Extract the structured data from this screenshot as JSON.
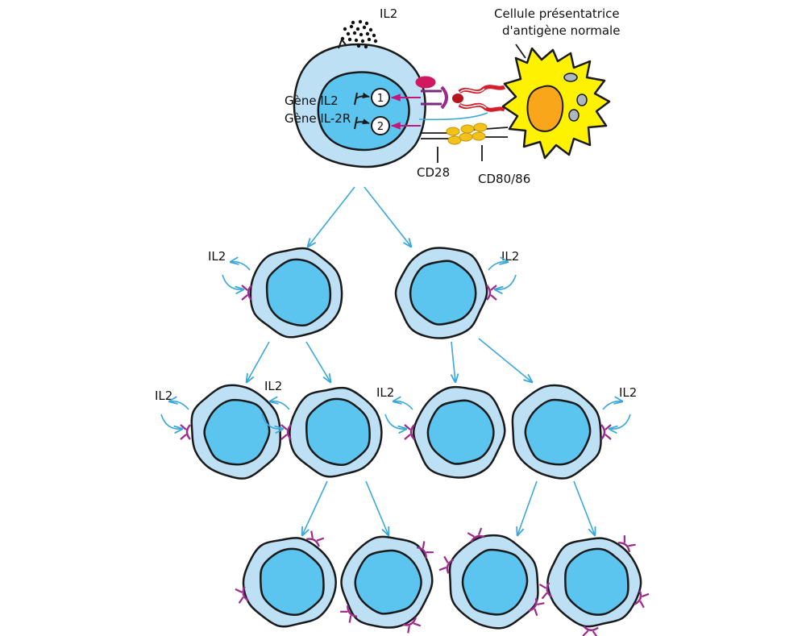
{
  "labels": {
    "il2_secreted": "IL2",
    "apc": [
      "Cellule présentatrice",
      "d'antigène normale"
    ],
    "gene_il2": "Gène IL2",
    "gene_il2r": "Gène IL-2R",
    "step_1": "1",
    "step_2": "2",
    "cd28": "CD28",
    "cd80_86": "CD80/86",
    "il2_autocrine": "IL2"
  },
  "colors": {
    "cell_outer": "#bde0f5",
    "nucleus": "#5bc4ef",
    "outline": "#1a1a1a",
    "arrow": "#3aa8dc",
    "magenta": "#c2187a",
    "receptor": "#9c2a8c",
    "apc_body": "#fff200",
    "apc_nucleus": "#f9a61a",
    "apc_vesicle": "#aeb6be",
    "tcr_red": "#d51f2a",
    "mhc_red": "#b5161e",
    "costim_gold": "#f2c21a"
  },
  "icons": [
    "il2-granules",
    "t-cell",
    "antigen-presenting-cell",
    "il2-receptor",
    "proliferation-arrow"
  ]
}
